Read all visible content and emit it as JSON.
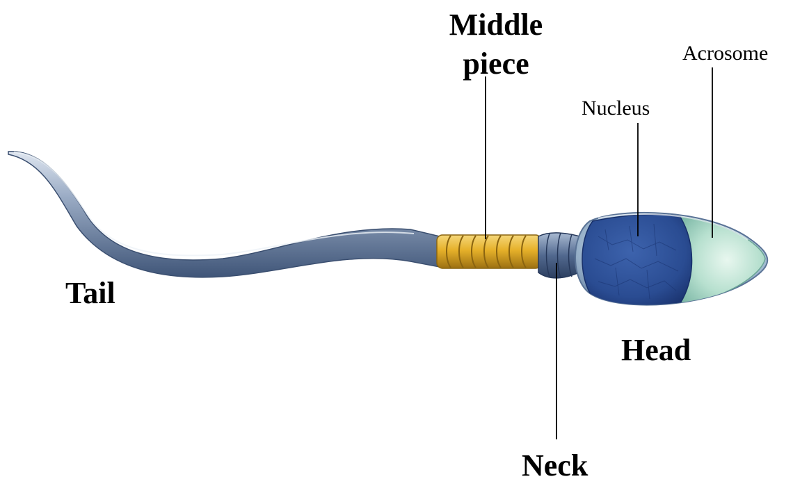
{
  "labels": {
    "middle_piece": "Middle piece",
    "acrosome": "Acrosome",
    "nucleus": "Nucleus",
    "tail": "Tail",
    "head": "Head",
    "neck": "Neck"
  },
  "colors": {
    "tail": "#6f86a8",
    "middle_piece": "#e8b62a",
    "neck": "#4d678d",
    "nucleus": "#2b4e94",
    "acrosome": "#b9e2d2",
    "leader_line": "#000000"
  }
}
